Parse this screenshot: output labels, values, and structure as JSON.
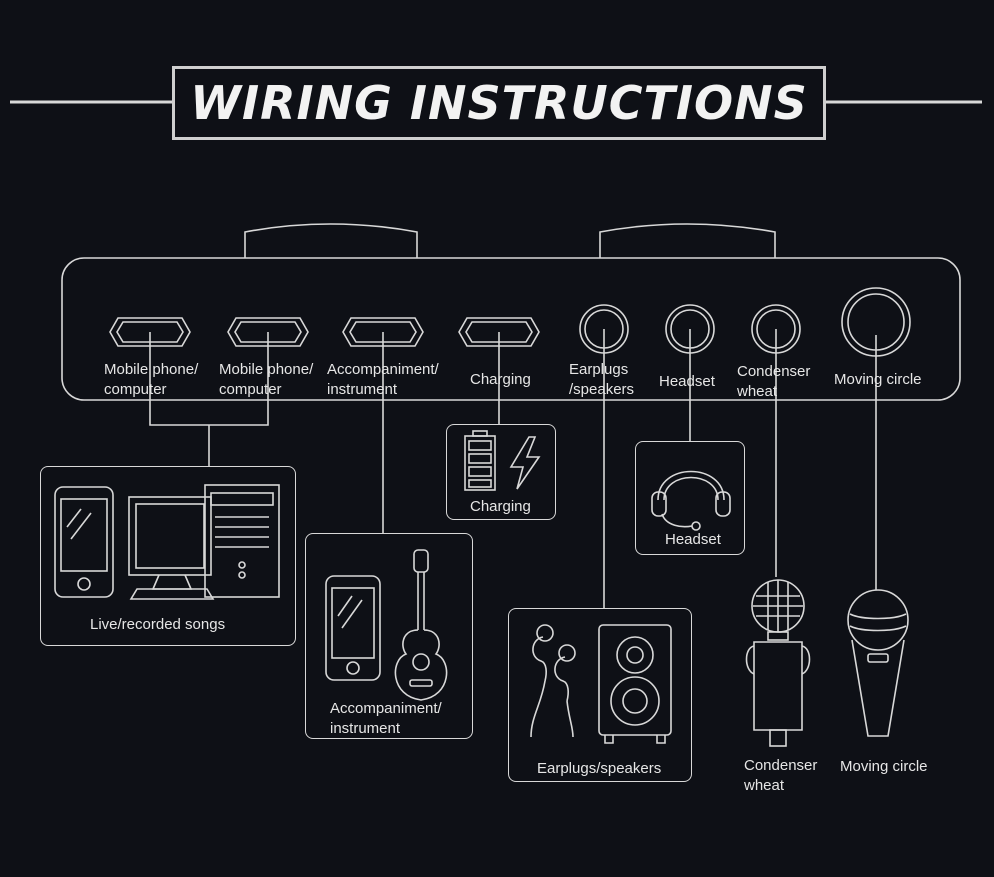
{
  "title": "WIRING INSTRUCTIONS",
  "ports": [
    {
      "name": "mobile-1",
      "line1": "Mobile phone/",
      "line2": "computer"
    },
    {
      "name": "mobile-2",
      "line1": "Mobile phone/",
      "line2": "computer"
    },
    {
      "name": "accompaniment",
      "line1": "Accompaniment/",
      "line2": "instrument"
    },
    {
      "name": "charging",
      "line1": "Charging",
      "line2": ""
    },
    {
      "name": "earplugs",
      "line1": "Earplugs",
      "line2": "/speakers"
    },
    {
      "name": "headset",
      "line1": "Headset",
      "line2": ""
    },
    {
      "name": "condenser",
      "line1": "Condenser",
      "line2": "wheat"
    },
    {
      "name": "moving",
      "line1": "Moving circle",
      "line2": ""
    }
  ],
  "devices": {
    "live": {
      "label": "Live/recorded songs"
    },
    "accompaniment": {
      "line1": "Accompaniment/",
      "line2": "instrument"
    },
    "charging": {
      "label": "Charging"
    },
    "headset": {
      "label": "Headset"
    },
    "earplugs": {
      "label": "Earplugs/speakers"
    },
    "condenser": {
      "line1": "Condenser",
      "line2": "wheat"
    },
    "moving": {
      "label": "Moving circle"
    }
  },
  "colors": {
    "background": "#0e1016",
    "line": "#d8d8d8",
    "text": "#e6e6e6"
  }
}
